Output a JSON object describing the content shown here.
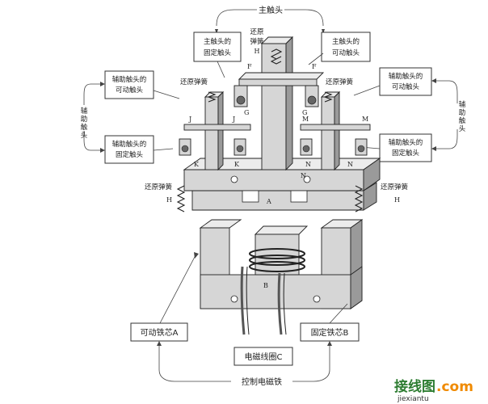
{
  "labels": {
    "main_contact": "主触头",
    "main_fixed": [
      "主触头的",
      "固定触头"
    ],
    "main_movable": [
      "主触头的",
      "可动触头"
    ],
    "reset_spring_top": [
      "还原",
      "弹簧"
    ],
    "reset_spring": "还原弹簧",
    "aux_movable_left": [
      "辅助触头的",
      "可动触头"
    ],
    "aux_fixed_left": [
      "辅助触头的",
      "固定触头"
    ],
    "aux_movable_right": [
      "辅助触头的",
      "可动触头"
    ],
    "aux_fixed_right": [
      "辅助触头的",
      "固定触头"
    ],
    "aux_left_vertical": [
      "辅",
      "助",
      "触",
      "头"
    ],
    "aux_right_vertical": [
      "辅",
      "助",
      "触",
      "头"
    ],
    "reset_spring_bottom_left": "还原弹簧",
    "reset_spring_bottom_right": "还原弹簧",
    "movable_core": "可动铁芯A",
    "fixed_core": "固定铁芯B",
    "coil": "电磁线圈C",
    "control_electromagnet": "控制电磁铁"
  },
  "letters": {
    "H": "H",
    "F": "F",
    "G": "G",
    "J": "J",
    "K": "K",
    "M": "M",
    "N": "N",
    "A": "A",
    "B": "B"
  },
  "watermark": {
    "site_cn_1": "接线图",
    "site_cn_2": ".com",
    "site_url": "jiexiantu"
  }
}
